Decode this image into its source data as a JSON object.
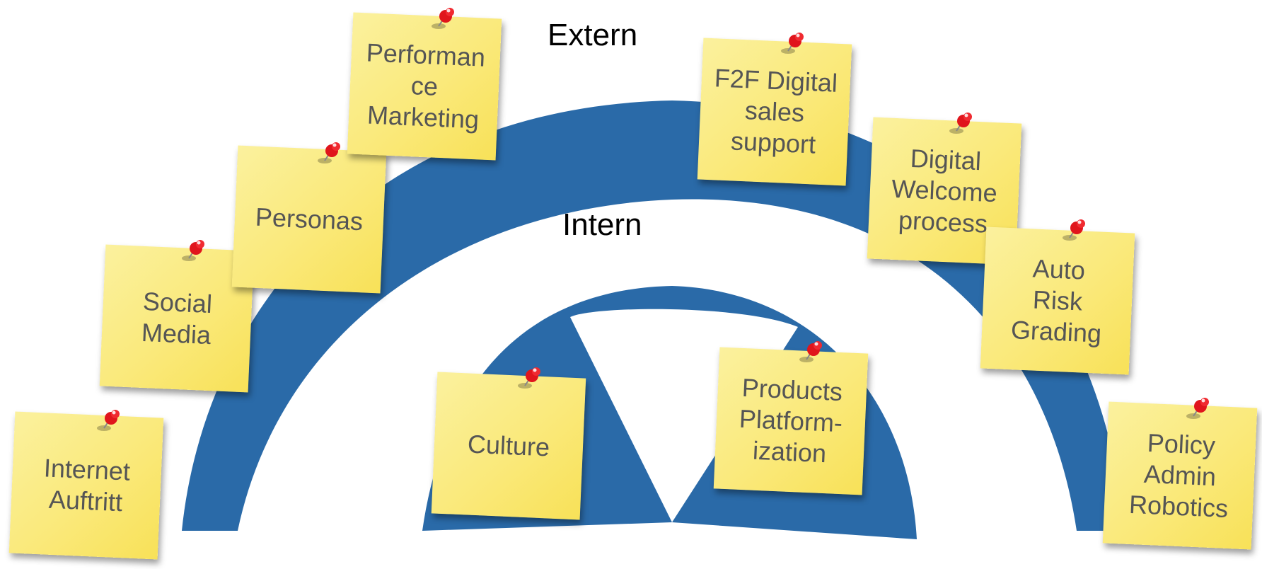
{
  "diagram": {
    "colors": {
      "arch": "#2a6aa8",
      "note": "#fae97a",
      "note_text": "#555555",
      "pin": "#e0151c",
      "heading": "#000000"
    },
    "headings": {
      "outer": "Extern",
      "inner": "Intern"
    },
    "notes": [
      {
        "id": "internet-auftritt",
        "text": "Internet\nAuftritt"
      },
      {
        "id": "social-media",
        "text": "Social\nMedia"
      },
      {
        "id": "personas",
        "text": "Personas"
      },
      {
        "id": "performance-marketing",
        "text": "Performan\nce\nMarketing"
      },
      {
        "id": "culture",
        "text": "Culture"
      },
      {
        "id": "products-platformization",
        "text": "Products\nPlatform-\nization"
      },
      {
        "id": "f2f-digital-sales-support",
        "text": "F2F Digital\nsales\nsupport"
      },
      {
        "id": "digital-welcome-process",
        "text": "Digital\nWelcome\nprocess"
      },
      {
        "id": "auto-risk-grading",
        "text": "Auto\nRisk\nGrading"
      },
      {
        "id": "policy-admin-robotics",
        "text": "Policy\nAdmin\nRobotics"
      }
    ],
    "pin_icon": "red-pushpin-icon"
  }
}
